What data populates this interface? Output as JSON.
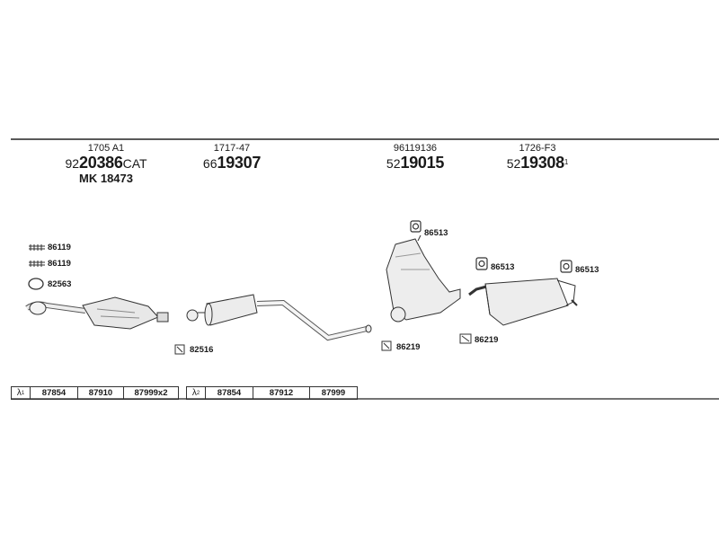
{
  "parts": [
    {
      "code": "1705 A1",
      "prefix": "92",
      "number": "20386",
      "suffix": "CAT",
      "extra": "MK 18473"
    },
    {
      "code": "1717-47",
      "prefix": "66",
      "number": "19307",
      "suffix": "",
      "extra": ""
    },
    {
      "code": "96119136",
      "prefix": "52",
      "number": "19015",
      "suffix": "",
      "extra": ""
    },
    {
      "code": "1726-F3",
      "prefix": "52",
      "number": "19308",
      "suffix": "1",
      "extra": ""
    }
  ],
  "components": {
    "bolt_1": "86119",
    "bolt_2": "86119",
    "ring": "82563",
    "clamp_front": "82516",
    "hanger_center": "86513",
    "clamp_center": "86219",
    "hanger_rear_left": "86513",
    "hanger_rear_right": "86513",
    "clamp_rear": "86219"
  },
  "tables": [
    {
      "label": "λ",
      "sup": "1",
      "cells": [
        "87854",
        "87910",
        "87999x2"
      ]
    },
    {
      "label": "λ",
      "sup": "2",
      "cells": [
        "87854",
        "87912",
        "87999"
      ]
    }
  ]
}
